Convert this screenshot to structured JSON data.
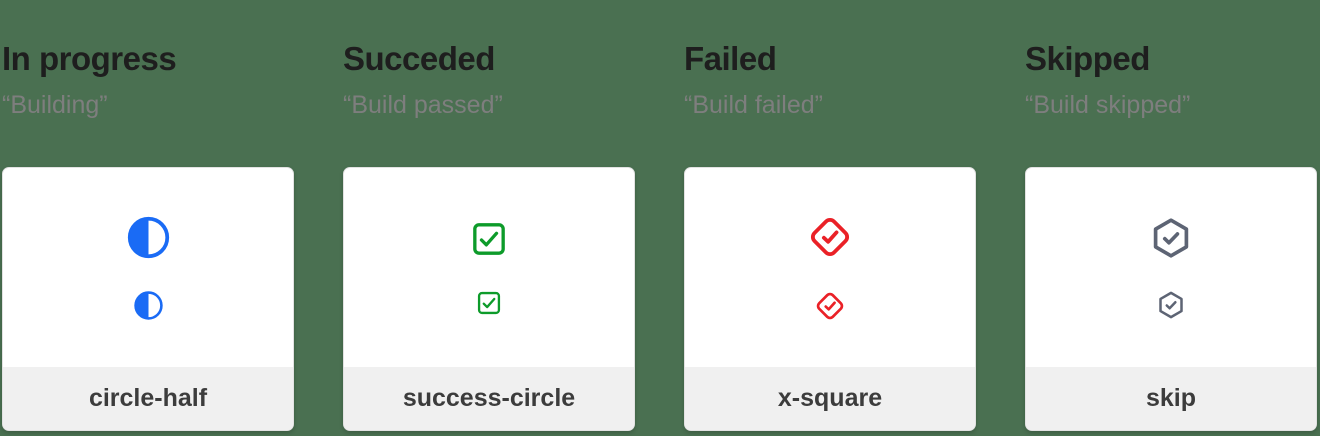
{
  "page": {
    "background": "#4a7051"
  },
  "columns": [
    {
      "title": "In progress",
      "quote": "“Building”",
      "icon_label": "circle-half",
      "icon": "circle-half-icon",
      "color": "#1a6bf5"
    },
    {
      "title": "Succeded",
      "quote": "“Build passed”",
      "icon_label": "success-circle",
      "icon": "check-square-icon",
      "color": "#0d9b2a"
    },
    {
      "title": "Failed",
      "quote": "“Build failed”",
      "icon_label": "x-square",
      "icon": "diamond-check-icon",
      "color": "#ea2127"
    },
    {
      "title": "Skipped",
      "quote": "“Build skipped”",
      "icon_label": "skip",
      "icon": "hexagon-check-icon",
      "color": "#5d6474"
    }
  ]
}
